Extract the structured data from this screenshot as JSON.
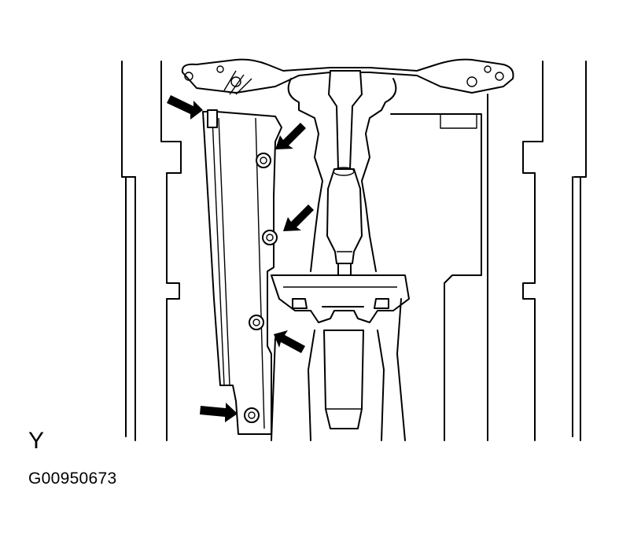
{
  "figure": {
    "view_label": "Y",
    "figure_code": "G00950673"
  },
  "callouts": [
    {
      "target": "bracket-top-corner"
    },
    {
      "target": "bolt-1"
    },
    {
      "target": "bolt-2"
    },
    {
      "target": "bolt-3"
    },
    {
      "target": "bolt-4"
    }
  ],
  "colors": {
    "line": "#000000",
    "background": "#ffffff"
  }
}
